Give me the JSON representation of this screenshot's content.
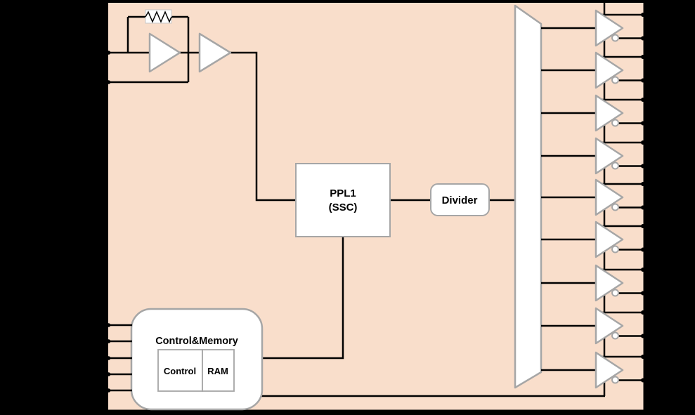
{
  "colors": {
    "background": "#000000",
    "chip_fill": "#F9DECB",
    "wire": "#000000",
    "block_fill": "#FFFFFF",
    "block_stroke": "#A6A6A6"
  },
  "blocks": {
    "pll": {
      "line1": "PPL1",
      "line2": "(SSC)"
    },
    "divider": {
      "label": "Divider"
    },
    "control_memory": {
      "title": "Control&Memory",
      "control_label": "Control",
      "ram_label": "RAM"
    }
  },
  "pins": {
    "oscillator_left_y": [
      75,
      117
    ],
    "control_left_y": [
      463,
      486,
      510,
      533,
      556
    ]
  },
  "output_buffers": {
    "count": 9,
    "tips_y": [
      40,
      100,
      161,
      222,
      281,
      341,
      403,
      464,
      527
    ]
  }
}
